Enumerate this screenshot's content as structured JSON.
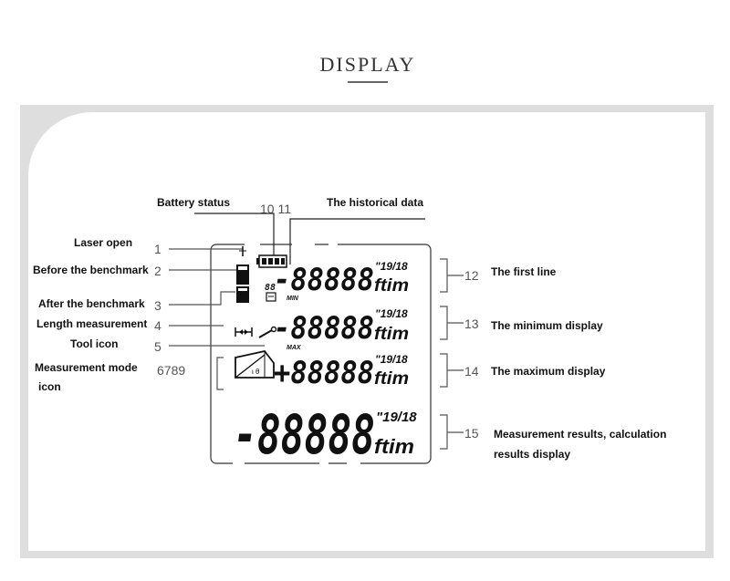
{
  "header": {
    "title": "DISPLAY"
  },
  "callouts": {
    "battery_status": "Battery status",
    "historical_data": "The historical data",
    "laser_open": "Laser open",
    "before_benchmark": "Before the benchmark",
    "after_benchmark": "After the benchmark",
    "length_measurement": "Length measurement",
    "tool_icon": "Tool icon",
    "measurement_mode": "Measurement mode",
    "measurement_mode_2": "icon",
    "first_line": "The first line",
    "minimum_display": "The minimum display",
    "maximum_display": "The maximum display",
    "results_display": "Measurement results, calculation",
    "results_display_2": "results display"
  },
  "numbers": {
    "n1": "1",
    "n2": "2",
    "n3": "3",
    "n4": "4",
    "n5": "5",
    "n6789": "6789",
    "n10_11": "10 11",
    "n12": "12",
    "n13": "13",
    "n14": "14",
    "n15": "15"
  },
  "lcd": {
    "row1": "-88888",
    "row2": "-88888",
    "row3": "+88888",
    "row4": "-88888",
    "fraction": "\"19/18",
    "units": "ftim",
    "min_tag": "MIN",
    "max_tag": "MAX",
    "hist_tag": "88"
  },
  "colors": {
    "frame": "#dedede",
    "text": "#111111",
    "numbers": "#555555"
  }
}
